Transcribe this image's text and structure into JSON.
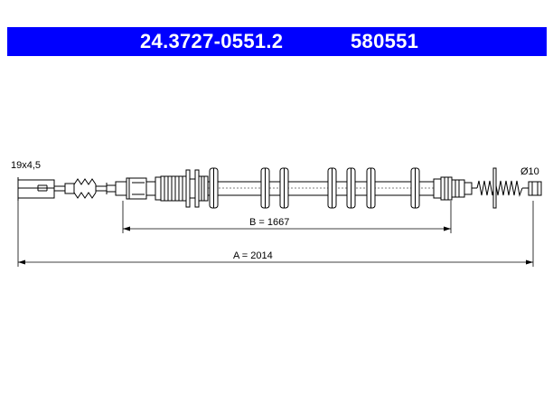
{
  "header": {
    "part_number": "24.3727-0551.2",
    "ref_number": "580551",
    "background": "#0000ff",
    "text_color": "#ffffff"
  },
  "drawing": {
    "end_left_label": "19x4,5",
    "end_right_label": "Ø10",
    "dimension_b": "B = 1667",
    "dimension_a": "A = 2014"
  }
}
